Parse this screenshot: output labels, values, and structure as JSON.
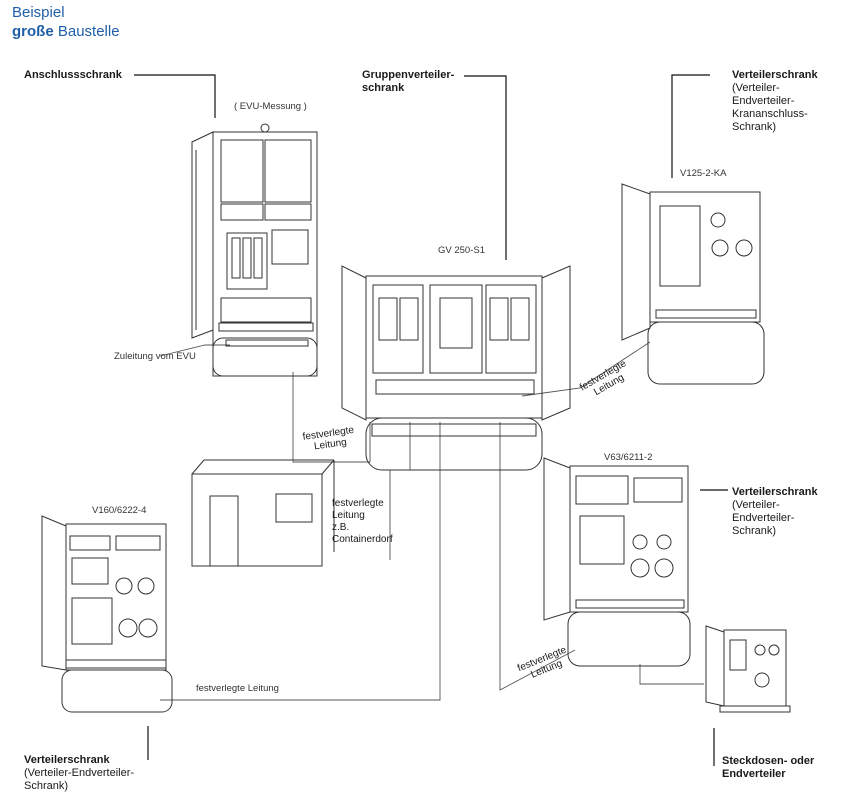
{
  "header": {
    "line1": "Beispiel",
    "line2_bold": "große",
    "line2_rest": "Baustelle"
  },
  "labels": {
    "anschluss": {
      "title": "Anschlussschrank"
    },
    "evu": "( EVU-Messung )",
    "gruppen": {
      "title_l1": "Gruppenverteiler-",
      "title_l2": "schrank"
    },
    "gv": "GV 250-S1",
    "vert_top": {
      "title": "Verteilerschrank",
      "l1": "(Verteiler-",
      "l2": "Endverteiler-",
      "l3": "Krananschluss-",
      "l4": "Schrank)"
    },
    "v125": "V125-2-KA",
    "zuleitung": "Zuleitung vom EVU",
    "fest1": {
      "l1": "festverlegte",
      "l2": "Leitung"
    },
    "fest2": {
      "l1": "festverlegte",
      "l2": "Leitung"
    },
    "fest3": {
      "l1": "festverlegte",
      "l2": "Leitung",
      "l3": "z.B.",
      "l4": "Containerdorf"
    },
    "fest4": "festverlegte Leitung",
    "fest5": {
      "l1": "festverlegte",
      "l2": "Leitung"
    },
    "v63": "V63/6211-2",
    "vert_mid": {
      "title": "Verteilerschrank",
      "l1": "(Verteiler-",
      "l2": "Endverteiler-",
      "l3": "Schrank)"
    },
    "v160": "V160/6222-4",
    "vert_bot": {
      "title": "Verteilerschrank",
      "l1": "(Verteiler-Endverteiler-",
      "l2": "Schrank)"
    },
    "steck": {
      "l1": "Steckdosen- oder",
      "l2": "Endverteiler"
    }
  },
  "colors": {
    "header": "#1f5fa8",
    "line": "#333333"
  }
}
